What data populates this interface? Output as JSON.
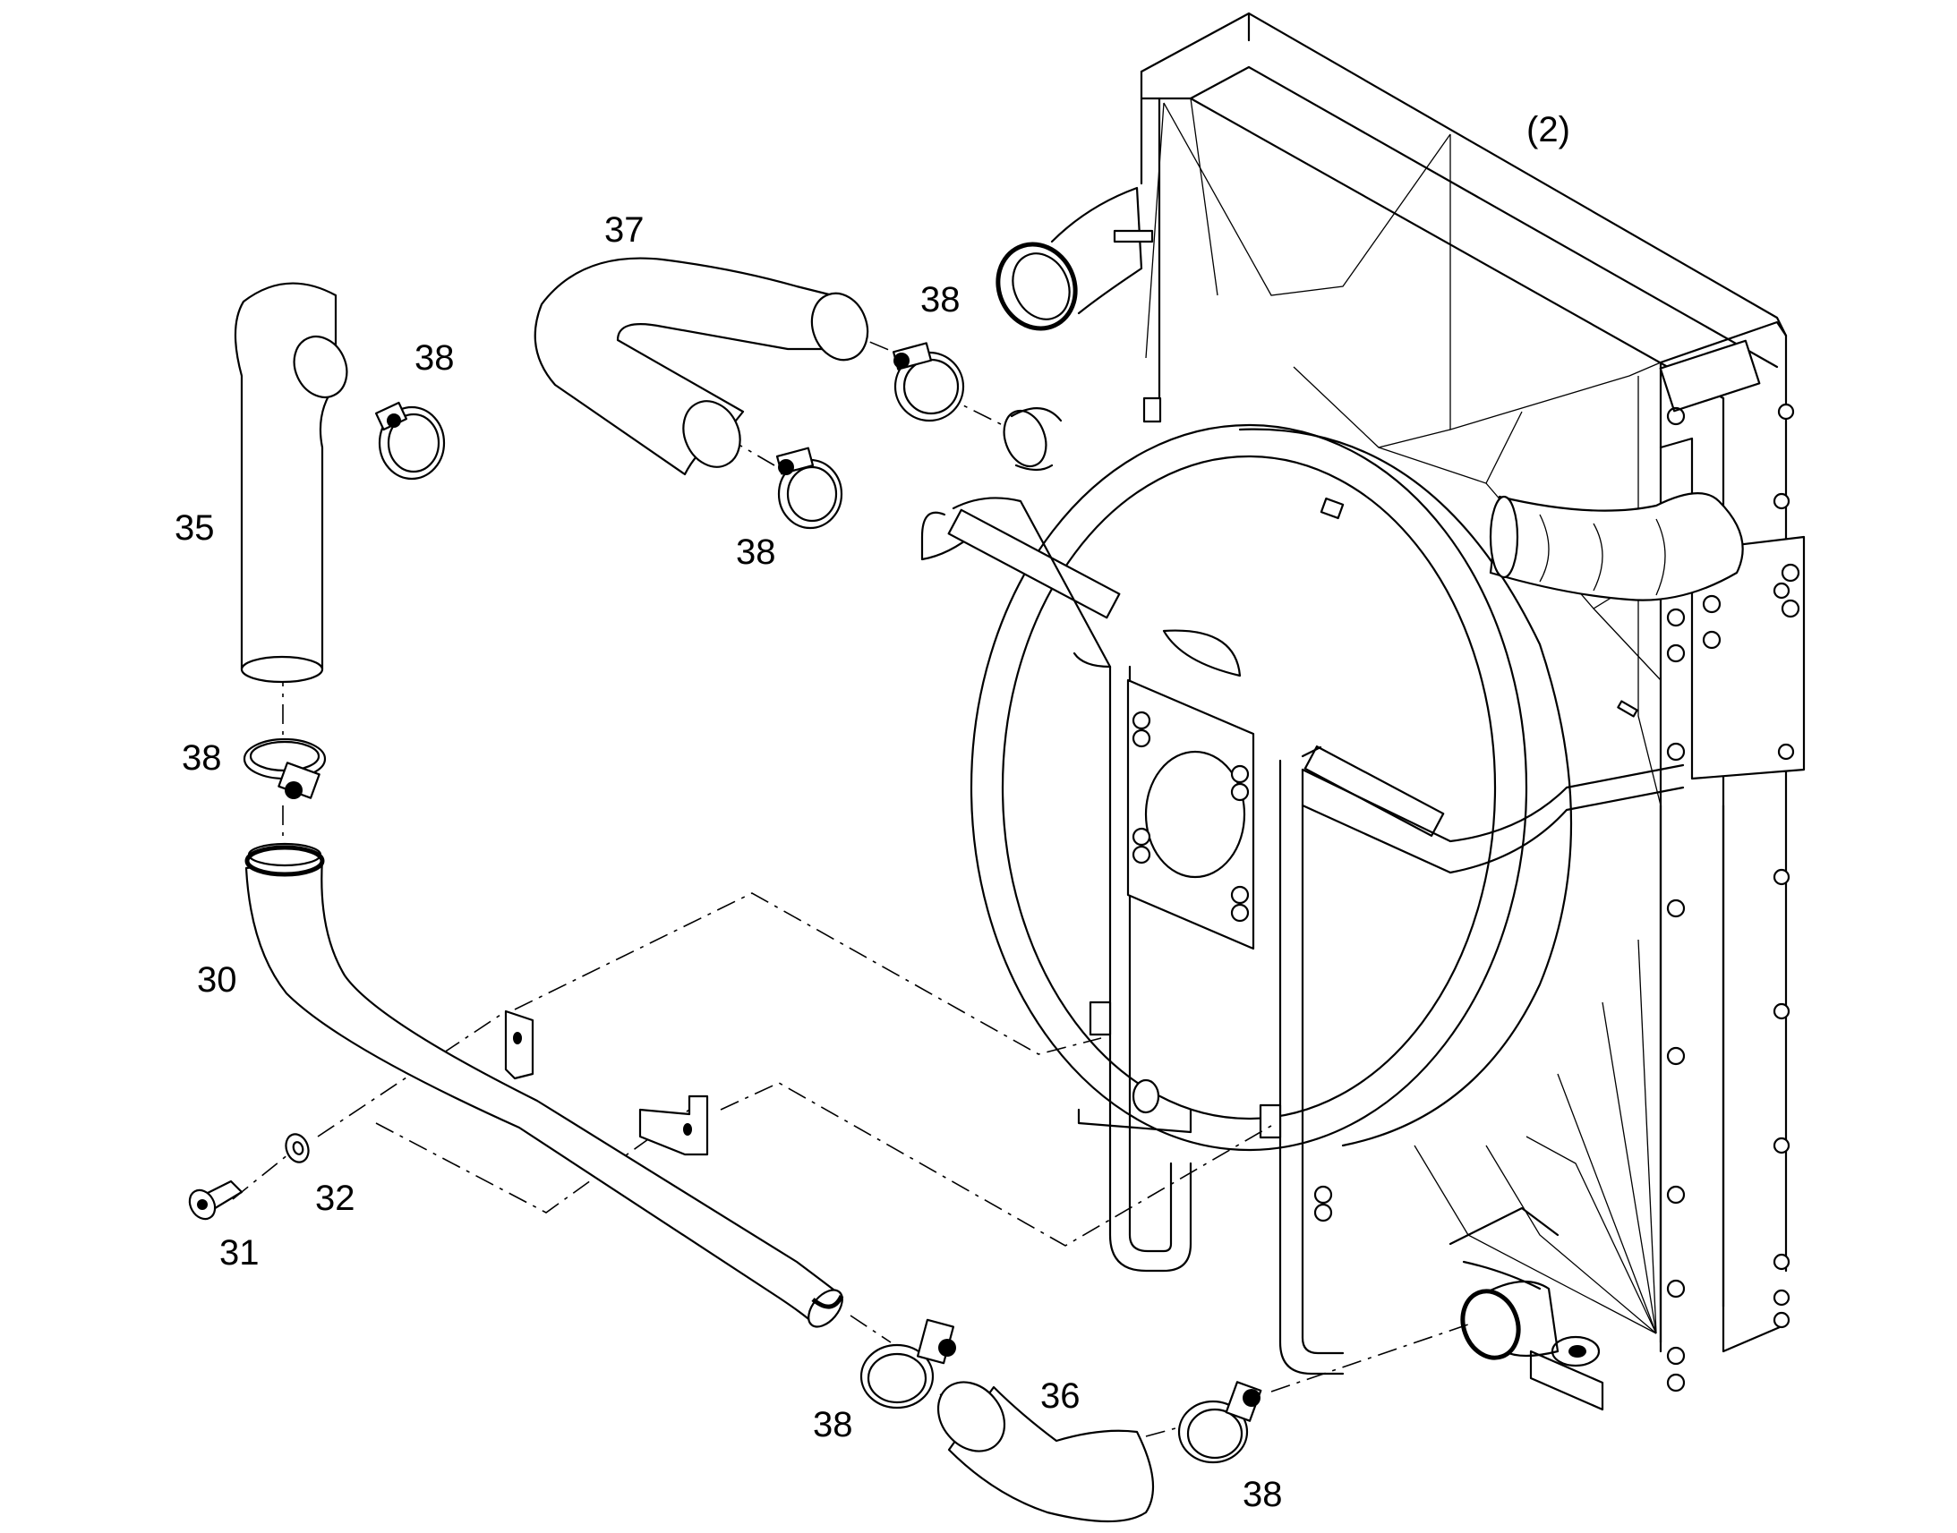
{
  "callouts": {
    "assembly_ref": "(2)",
    "hose_upper_left": "35",
    "hose_top": "37",
    "hose_lower_pipe": "30",
    "hose_bottom_elbow": "36",
    "bolt": "31",
    "washer": "32",
    "clamp_upper_left": "38",
    "clamp_top_right": "38",
    "clamp_top_lower": "38",
    "clamp_left_mid": "38",
    "clamp_bottom_mid": "38",
    "clamp_bottom_right": "38"
  }
}
